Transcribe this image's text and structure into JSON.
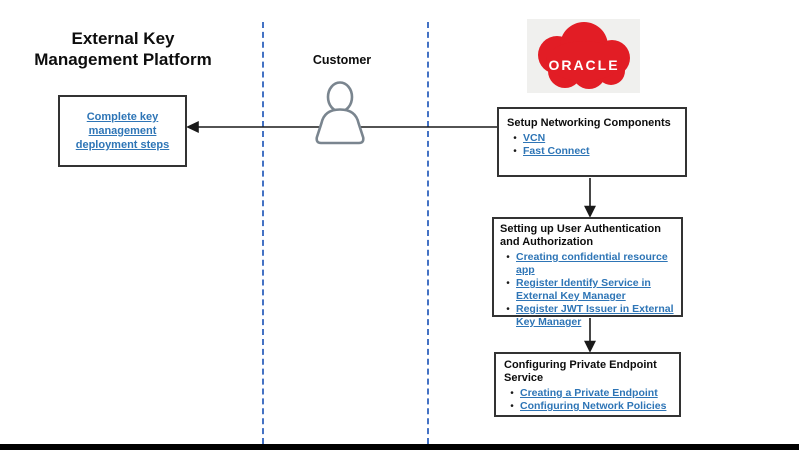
{
  "title": "External Key Management Platform",
  "customer_label": "Customer",
  "left_box": {
    "link_label": "Complete key management deployment steps"
  },
  "oracle_logo": {
    "text": "ORACLE"
  },
  "flow_boxes": [
    {
      "title": "Setup Networking Components",
      "links": [
        "VCN",
        "Fast Connect"
      ]
    },
    {
      "title": "Setting up User Authentication and Authorization",
      "links": [
        "Creating confidential resource app",
        "Register Identify Service in External Key Manager",
        "Register JWT Issuer in External Key Manager"
      ]
    },
    {
      "title": "Configuring Private Endpoint Service",
      "links": [
        "Creating a Private Endpoint",
        "Configuring Network Policies"
      ]
    }
  ],
  "colors": {
    "link_blue": "#2E75B6",
    "lane_dash_blue": "#4472C4",
    "oracle_red": "#E21D25",
    "bottom_bar_black": "#000000"
  }
}
